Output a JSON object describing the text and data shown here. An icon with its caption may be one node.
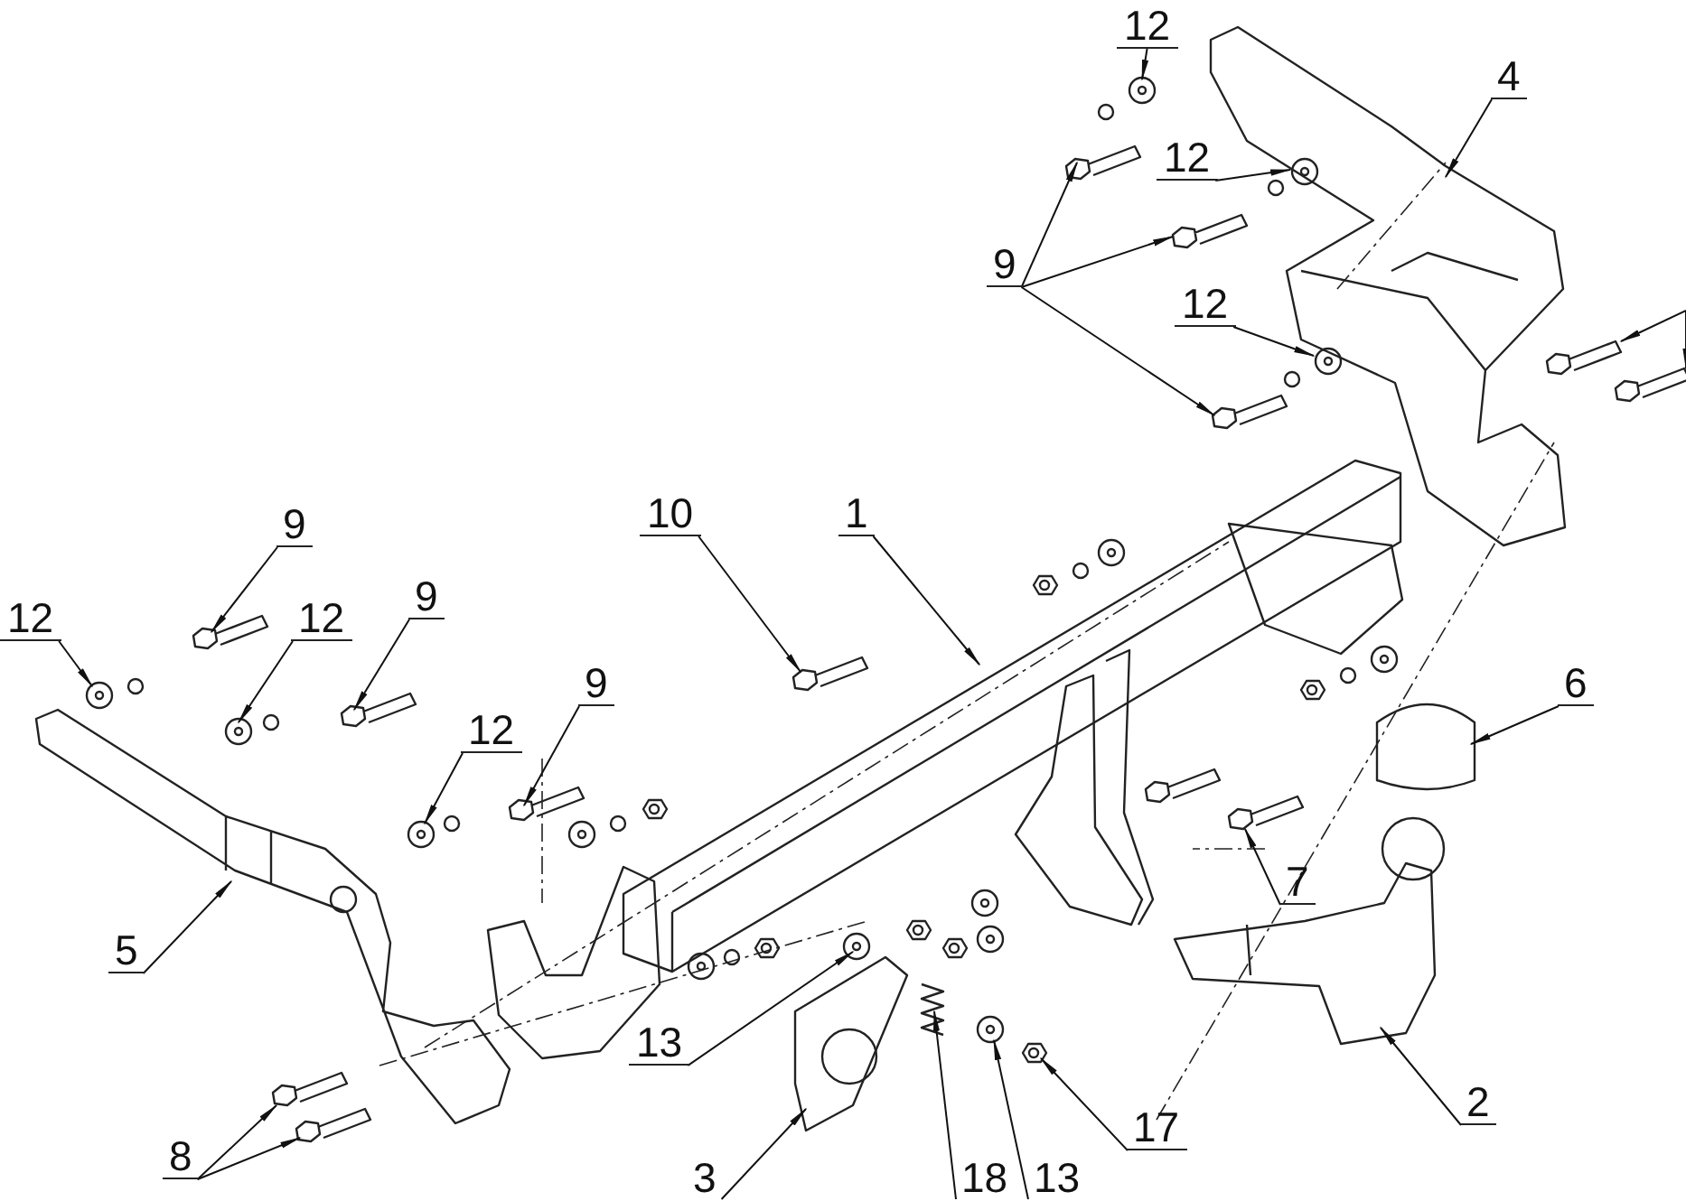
{
  "diagram": {
    "nodes": [
      {
        "text": [
          "12"
        ]
      },
      {
        "text": [
          "4"
        ]
      },
      {
        "text": [
          "12"
        ]
      },
      {
        "text": [
          "9"
        ]
      },
      {
        "text": [
          "12"
        ]
      },
      {
        "text": [
          "10"
        ]
      },
      {
        "text": [
          "1"
        ]
      },
      {
        "text": [
          "9"
        ]
      },
      {
        "text": [
          "12"
        ]
      },
      {
        "text": [
          "12"
        ]
      },
      {
        "text": [
          "9"
        ]
      },
      {
        "text": [
          "12"
        ]
      },
      {
        "text": [
          "9"
        ]
      },
      {
        "text": [
          "6"
        ]
      },
      {
        "text": [
          "7"
        ]
      },
      {
        "text": [
          "5"
        ]
      },
      {
        "text": [
          "13"
        ]
      },
      {
        "text": [
          "8"
        ]
      },
      {
        "text": [
          "2"
        ]
      },
      {
        "text": [
          "17"
        ]
      },
      {
        "text": [
          "3"
        ]
      },
      {
        "text": [
          "18"
        ]
      },
      {
        "text": [
          "13"
        ]
      },
      {
        "text": [],
        "shape": "picture"
      },
      {
        "text": [],
        "shape": "picture"
      }
    ],
    "edges": [
      {
        "from": 0,
        "to": null,
        "arrow": "to"
      },
      {
        "from": 1,
        "to": null,
        "arrow": "to"
      },
      {
        "from": 2,
        "to": null,
        "arrow": "to"
      },
      {
        "from": 3,
        "to": null,
        "arrow": "to"
      },
      {
        "from": 3,
        "to": null,
        "arrow": "to"
      },
      {
        "from": 3,
        "to": null,
        "arrow": "to"
      },
      {
        "from": 4,
        "to": null,
        "arrow": "to"
      },
      {
        "from": 5,
        "to": null,
        "arrow": "to"
      },
      {
        "from": 6,
        "to": null,
        "arrow": "to"
      },
      {
        "from": 7,
        "to": null,
        "arrow": "to"
      },
      {
        "from": 8,
        "to": null,
        "arrow": "to"
      },
      {
        "from": 9,
        "to": null,
        "arrow": "to"
      },
      {
        "from": 10,
        "to": null,
        "arrow": "to"
      },
      {
        "from": 11,
        "to": null,
        "arrow": "to"
      },
      {
        "from": 12,
        "to": null,
        "arrow": "to"
      },
      {
        "from": 13,
        "to": null,
        "arrow": "to"
      },
      {
        "from": 14,
        "to": null,
        "arrow": "to"
      },
      {
        "from": 15,
        "to": null,
        "arrow": "to"
      },
      {
        "from": 16,
        "to": null,
        "arrow": "to"
      },
      {
        "from": 17,
        "to": null,
        "arrow": "to"
      },
      {
        "from": 17,
        "to": null,
        "arrow": "to"
      },
      {
        "from": 18,
        "to": null,
        "arrow": "to"
      },
      {
        "from": 19,
        "to": null,
        "arrow": "to"
      },
      {
        "from": 20,
        "to": null,
        "arrow": "to"
      },
      {
        "from": 21,
        "to": null,
        "arrow": "to"
      },
      {
        "from": 22,
        "to": null,
        "arrow": "to"
      },
      {
        "from": null,
        "to": 23,
        "arrow": "to"
      },
      {
        "from": null,
        "to": 24,
        "arrow": "to"
      }
    ]
  }
}
